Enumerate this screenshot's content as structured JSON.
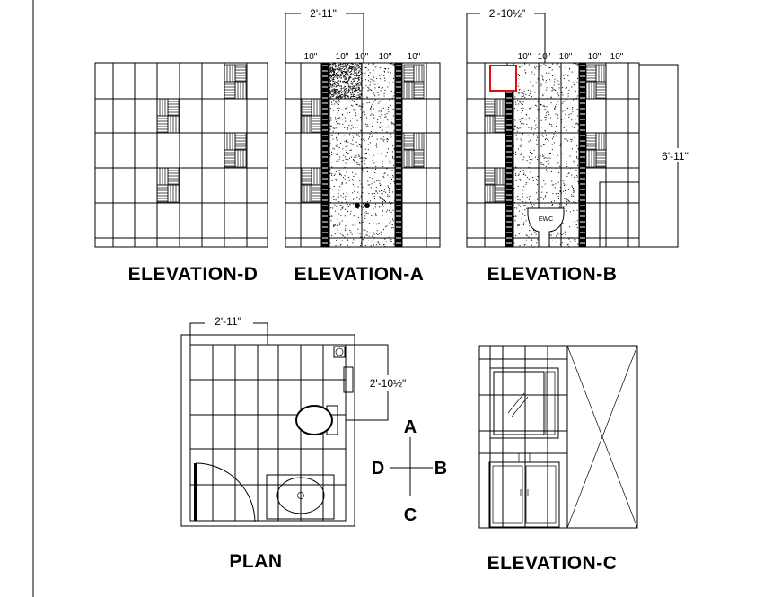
{
  "views": {
    "elevation_d": {
      "label": "ELEVATION-D"
    },
    "elevation_a": {
      "label": "ELEVATION-A",
      "width_dim": "2'-11\"",
      "tile_dims": [
        "10\"",
        "10\"",
        "10\"",
        "10\"",
        "10\""
      ]
    },
    "elevation_b": {
      "label": "ELEVATION-B",
      "width_dim": "2'-10½\"",
      "height_dim": "6'-11\"",
      "tile_dims": [
        "10\"",
        "10\"",
        "10\"",
        "10\"",
        "10\""
      ],
      "toilet_tag": "EWC",
      "highlight_color": "#e01010"
    },
    "plan": {
      "label": "PLAN",
      "width_dim": "2'-11\"",
      "depth_dim": "2'-10½\""
    },
    "elevation_c": {
      "label": "ELEVATION-C"
    }
  },
  "compass": {
    "north": "A",
    "east": "B",
    "south": "C",
    "west": "D"
  }
}
